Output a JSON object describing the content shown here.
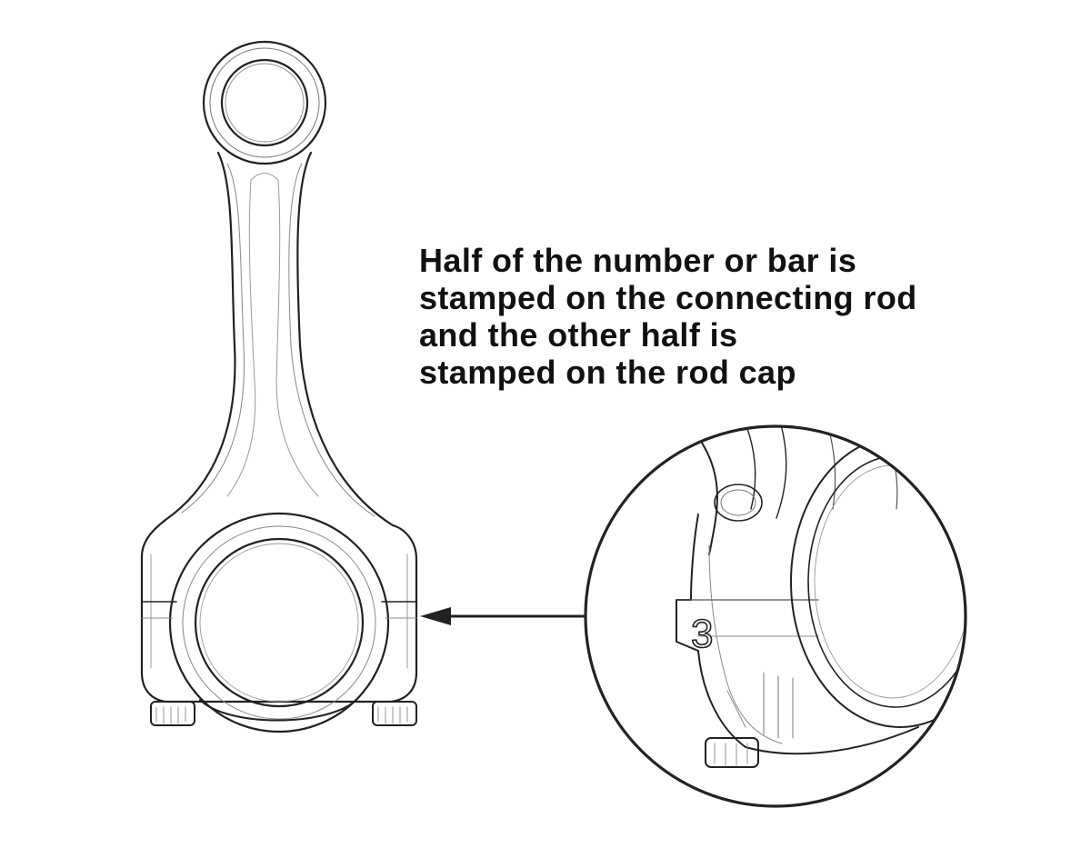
{
  "callout": {
    "lines": [
      "Half of the number or bar is",
      "stamped on the connecting rod",
      "and the other half is",
      "stamped on the rod cap"
    ]
  },
  "detail": {
    "stamp_mark": "3"
  },
  "colors": {
    "line": "#222222",
    "background": "#ffffff"
  }
}
